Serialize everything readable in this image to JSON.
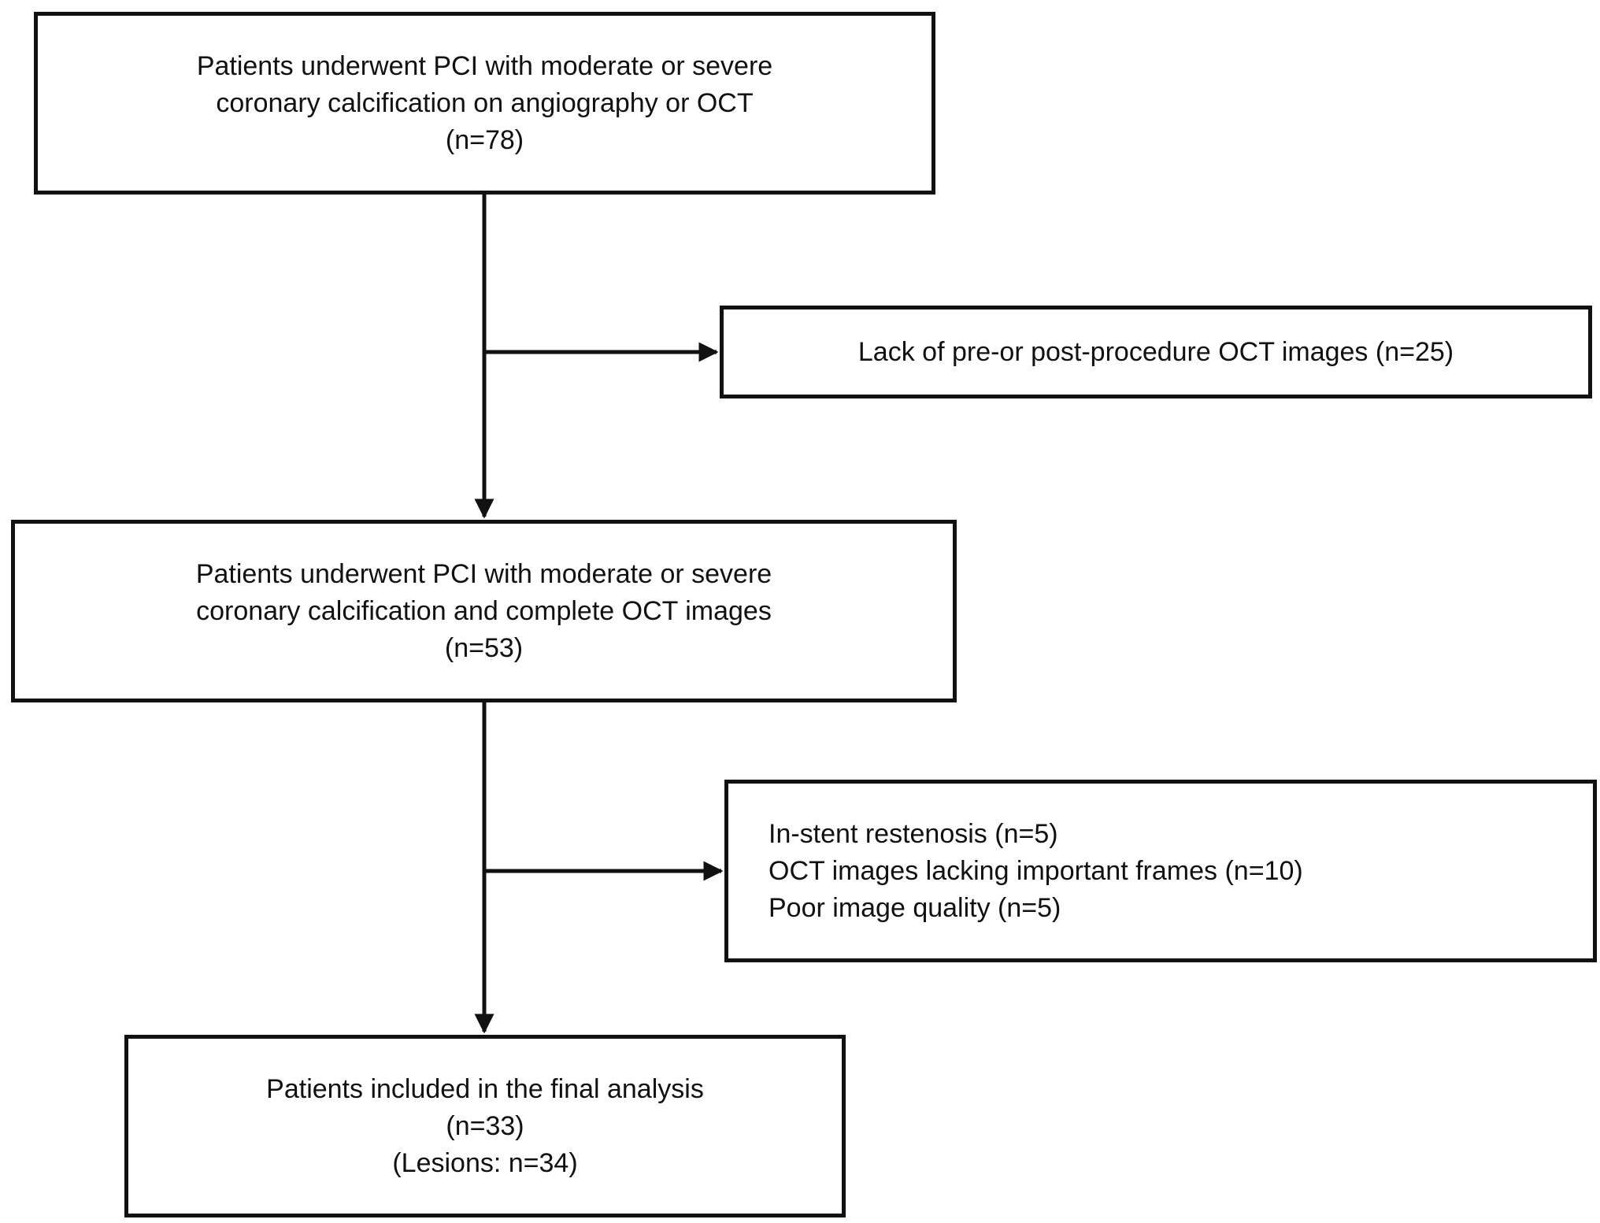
{
  "nodes": {
    "screened": {
      "lines": [
        "Patients underwent PCI with moderate or severe",
        "coronary calcification on angiography or OCT",
        "(n=78)"
      ]
    },
    "excluded_1": {
      "lines": [
        "Lack of pre-or post-procedure OCT images (n=25)"
      ]
    },
    "complete": {
      "lines": [
        "Patients underwent PCI with moderate or severe",
        "coronary calcification and complete OCT images",
        "(n=53)"
      ]
    },
    "excluded_2": {
      "lines": [
        "In-stent restenosis (n=5)",
        "OCT images lacking important frames (n=10)",
        "Poor image quality (n=5)"
      ]
    },
    "final": {
      "lines": [
        "Patients included in the final analysis",
        "(n=33)",
        "(Lesions: n=34)"
      ]
    }
  },
  "edges": [
    {
      "from": "screened",
      "to": "complete"
    },
    {
      "from": "screened",
      "to": "excluded_1"
    },
    {
      "from": "complete",
      "to": "final"
    },
    {
      "from": "complete",
      "to": "excluded_2"
    }
  ],
  "colors": {
    "stroke": "#111111",
    "background": "#ffffff"
  }
}
